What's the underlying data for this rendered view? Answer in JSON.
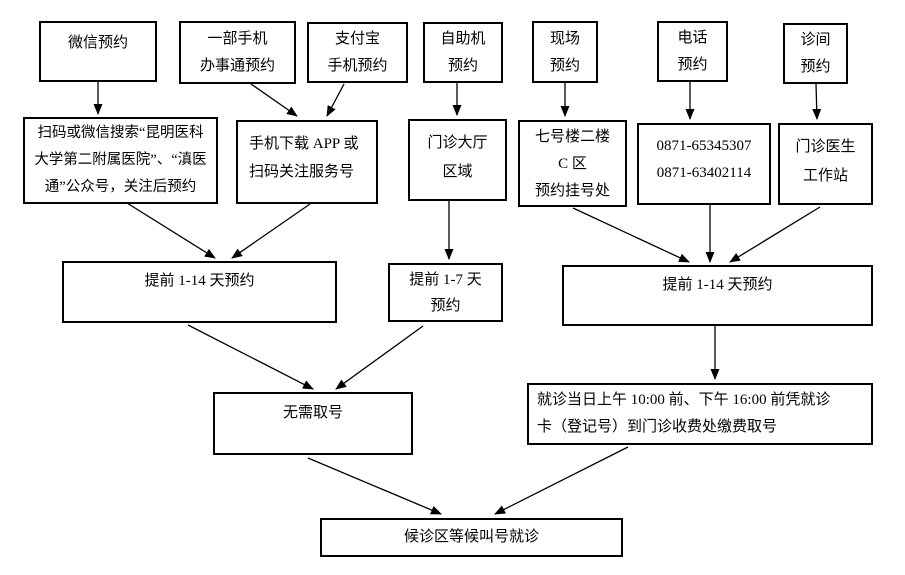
{
  "diagram": {
    "type": "flowchart",
    "topic": "outpatient appointment and registration process"
  },
  "nodes": {
    "wechat": {
      "lines": [
        "微信预约"
      ]
    },
    "citizen_app": {
      "lines": [
        "一部手机",
        "办事通预约"
      ]
    },
    "alipay": {
      "lines": [
        "支付宝",
        "手机预约"
      ]
    },
    "kiosk": {
      "lines": [
        "自助机",
        "预约"
      ]
    },
    "onsite": {
      "lines": [
        "现场",
        "预约"
      ]
    },
    "phone": {
      "lines": [
        "电话",
        "预约"
      ]
    },
    "consult_room": {
      "lines": [
        "诊间",
        "预约"
      ]
    },
    "wechat_public": {
      "lines": [
        "扫码或微信搜索“昆明医科",
        "大学第二附属医院”、“滇医",
        "通”公众号，关注后预约"
      ]
    },
    "app_download": {
      "lines": [
        "手机下载 APP 或",
        "扫码关注服务号"
      ]
    },
    "hall_area": {
      "lines": [
        "门诊大厅",
        "区域"
      ]
    },
    "registration_desk": {
      "lines": [
        "七号楼二楼",
        "C 区",
        "预约挂号处"
      ]
    },
    "phone_numbers": {
      "lines": [
        "0871-65345307",
        "0871-63402114"
      ]
    },
    "doctor_station": {
      "lines": [
        "门诊医生",
        "工作站"
      ]
    },
    "advance14_left": {
      "lines": [
        "提前 1-14 天预约"
      ]
    },
    "advance7": {
      "lines": [
        "提前 1-7 天",
        "预约"
      ]
    },
    "advance14_right": {
      "lines": [
        "提前 1-14 天预约"
      ]
    },
    "no_ticket": {
      "lines": [
        "无需取号"
      ]
    },
    "pay_take": {
      "lines": [
        "就诊当日上午 10:00 前、下午 16:00 前凭就诊",
        "卡（登记号）到门诊收费处缴费取号"
      ]
    },
    "waiting": {
      "lines": [
        "候诊区等候叫号就诊"
      ]
    }
  },
  "edges": [
    {
      "from": "wechat",
      "to": "wechat_public"
    },
    {
      "from": "citizen_app",
      "to": "app_download"
    },
    {
      "from": "alipay",
      "to": "app_download"
    },
    {
      "from": "kiosk",
      "to": "hall_area"
    },
    {
      "from": "onsite",
      "to": "registration_desk"
    },
    {
      "from": "phone",
      "to": "phone_numbers"
    },
    {
      "from": "consult_room",
      "to": "doctor_station"
    },
    {
      "from": "wechat_public",
      "to": "advance14_left"
    },
    {
      "from": "app_download",
      "to": "advance14_left"
    },
    {
      "from": "hall_area",
      "to": "advance7"
    },
    {
      "from": "registration_desk",
      "to": "advance14_right"
    },
    {
      "from": "phone_numbers",
      "to": "advance14_right"
    },
    {
      "from": "doctor_station",
      "to": "advance14_right"
    },
    {
      "from": "advance14_left",
      "to": "no_ticket"
    },
    {
      "from": "advance7",
      "to": "no_ticket"
    },
    {
      "from": "advance14_right",
      "to": "pay_take"
    },
    {
      "from": "no_ticket",
      "to": "waiting"
    },
    {
      "from": "pay_take",
      "to": "waiting"
    }
  ],
  "colors": {
    "line": "#000000",
    "box_border": "#000000",
    "background": "#ffffff",
    "text": "#000000"
  }
}
